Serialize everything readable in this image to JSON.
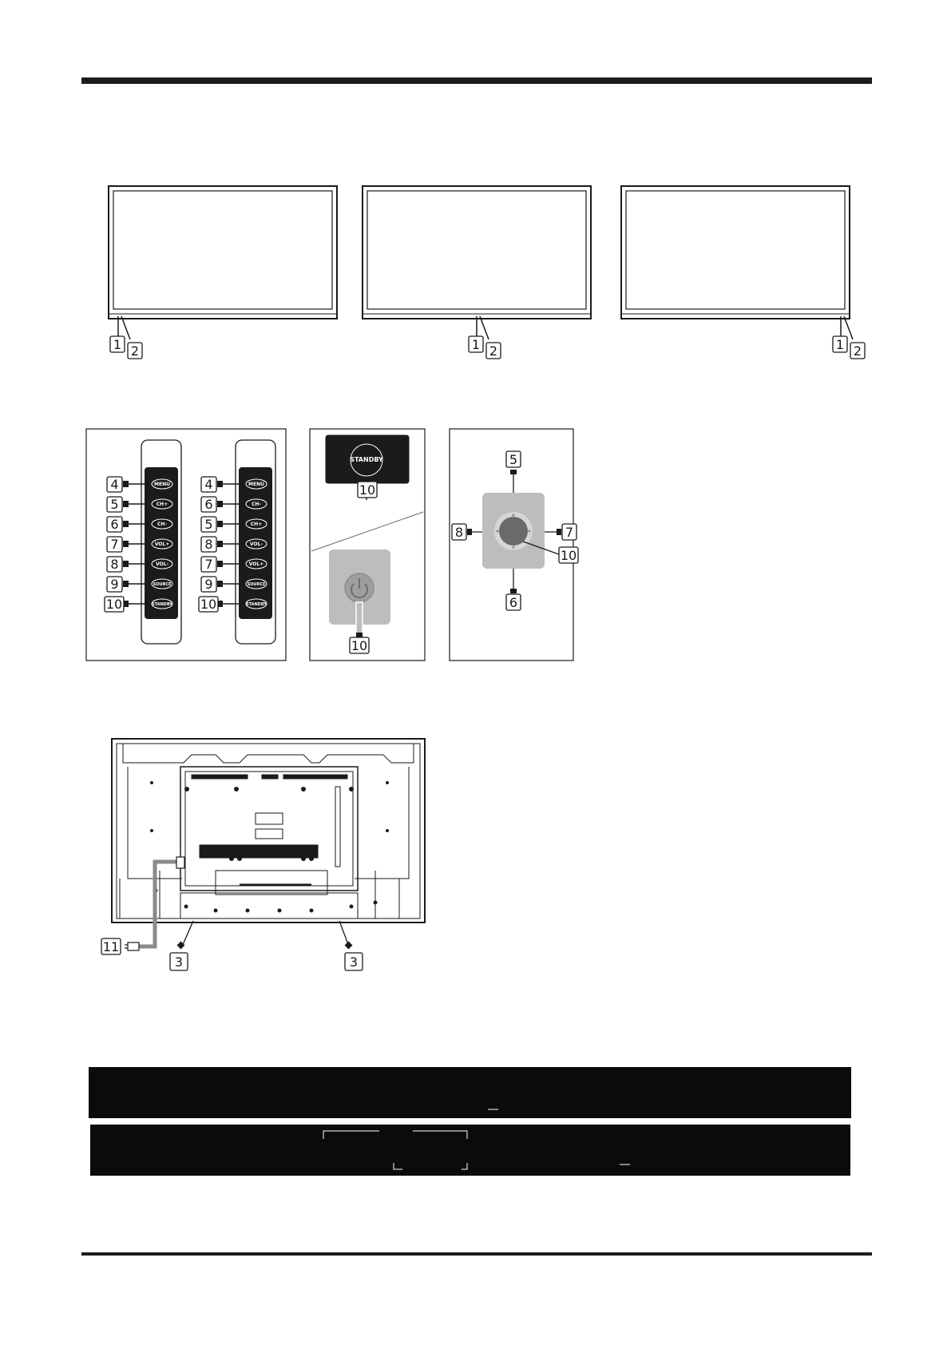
{
  "panel_a": {
    "buttons": [
      "MENU",
      "CH+",
      "CH-",
      "VOL+",
      "VOL-",
      "SOURCE",
      "STANDBY"
    ],
    "labels": [
      "4",
      "5",
      "6",
      "7",
      "8",
      "9",
      "10"
    ]
  },
  "panel_b": {
    "buttons": [
      "MENU",
      "CH-",
      "CH+",
      "VOL-",
      "VOL+",
      "SOURCE",
      "STANDBY"
    ],
    "labels": [
      "4",
      "6",
      "5",
      "8",
      "7",
      "9",
      "10"
    ]
  },
  "standby_panel": {
    "button": "STANDBY",
    "label_top": "10",
    "label_bottom": "10"
  },
  "joystick_panel": {
    "label_up": "5",
    "label_down": "6",
    "label_left": "8",
    "label_right": "7",
    "label_center": "10"
  },
  "tv_fronts": {
    "label_1": "1",
    "label_2": "2"
  },
  "tv_back": {
    "label_power": "11",
    "label_stand": "3"
  }
}
